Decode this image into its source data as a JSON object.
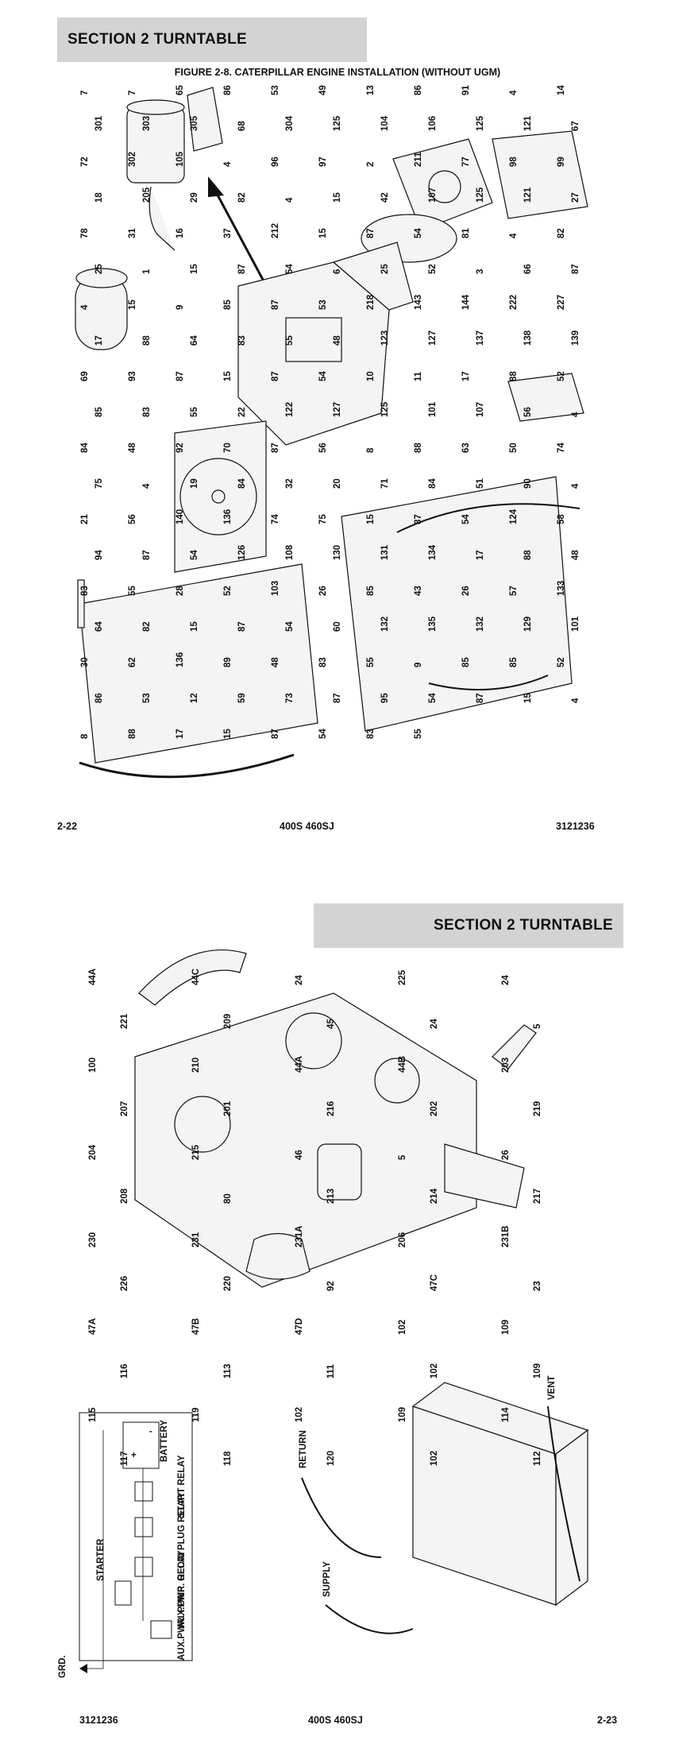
{
  "page1": {
    "section_header": "SECTION 2   TURNTABLE",
    "figure_title": "FIGURE 2-8. CATERPILLAR ENGINE INSTALLATION (WITHOUT UGM)",
    "footer_left": "2-22",
    "footer_center": "400S 460SJ",
    "footer_right": "3121236",
    "callouts": [
      "7",
      "7",
      "65",
      "86",
      "53",
      "49",
      "13",
      "86",
      "91",
      "4",
      "14",
      "301",
      "303",
      "305",
      "68",
      "304",
      "125",
      "104",
      "106",
      "125",
      "121",
      "67",
      "72",
      "302",
      "105",
      "4",
      "96",
      "97",
      "2",
      "211",
      "77",
      "98",
      "99",
      "18",
      "205",
      "29",
      "82",
      "4",
      "15",
      "42",
      "107",
      "125",
      "121",
      "27",
      "78",
      "31",
      "16",
      "37",
      "212",
      "15",
      "87",
      "54",
      "81",
      "4",
      "82",
      "25",
      "1",
      "15",
      "87",
      "54",
      "6",
      "25",
      "52",
      "3",
      "66",
      "87",
      "4",
      "15",
      "9",
      "85",
      "87",
      "53",
      "218",
      "143",
      "144",
      "222",
      "227",
      "17",
      "88",
      "64",
      "83",
      "55",
      "48",
      "123",
      "127",
      "137",
      "138",
      "139",
      "69",
      "93",
      "87",
      "15",
      "87",
      "54",
      "10",
      "11",
      "17",
      "88",
      "52",
      "85",
      "83",
      "55",
      "22",
      "122",
      "127",
      "125",
      "101",
      "107",
      "56",
      "4",
      "84",
      "48",
      "92",
      "70",
      "87",
      "56",
      "8",
      "88",
      "63",
      "50",
      "74",
      "75",
      "4",
      "19",
      "84",
      "32",
      "20",
      "71",
      "84",
      "51",
      "90",
      "4",
      "21",
      "56",
      "140",
      "136",
      "74",
      "75",
      "15",
      "87",
      "54",
      "124",
      "58",
      "94",
      "87",
      "54",
      "126",
      "108",
      "130",
      "131",
      "134",
      "17",
      "88",
      "48",
      "83",
      "55",
      "28",
      "52",
      "103",
      "26",
      "85",
      "43",
      "26",
      "57",
      "133",
      "64",
      "82",
      "15",
      "87",
      "54",
      "60",
      "132",
      "135",
      "132",
      "129",
      "101",
      "30",
      "62",
      "136",
      "89",
      "48",
      "83",
      "55",
      "9",
      "85",
      "85",
      "52",
      "86",
      "53",
      "12",
      "59",
      "73",
      "87",
      "95",
      "54",
      "87",
      "15",
      "4",
      "8",
      "88",
      "17",
      "15",
      "87",
      "54",
      "83",
      "55"
    ]
  },
  "page2": {
    "section_header": "SECTION 2   TURNTABLE",
    "footer_left": "3121236",
    "footer_center": "400S 460SJ",
    "footer_right": "2-23",
    "callouts": [
      "44A",
      "44C",
      "24",
      "225",
      "24",
      "221",
      "209",
      "45",
      "24",
      "5",
      "100",
      "210",
      "44A",
      "44B",
      "203",
      "207",
      "201",
      "216",
      "202",
      "219",
      "204",
      "215",
      "46",
      "5",
      "26",
      "208",
      "80",
      "213",
      "214",
      "217",
      "230",
      "231",
      "231A",
      "206",
      "231B",
      "226",
      "220",
      "92",
      "47C",
      "23",
      "47A",
      "47B",
      "47D",
      "102",
      "109",
      "116",
      "113",
      "111",
      "102",
      "109",
      "115",
      "119",
      "102",
      "109",
      "114",
      "117",
      "118",
      "120",
      "102",
      "112"
    ],
    "schematic": {
      "labels": [
        "BATTERY",
        "START RELAY",
        "GLOW PLUG RELAY",
        "AUX.PWR. RELAY",
        "STARTER",
        "AUX.PWR. PUMP",
        "GRD."
      ],
      "battery_terminals": [
        "+",
        "-"
      ]
    },
    "hose_labels": [
      "VENT",
      "RETURN",
      "SUPPLY"
    ]
  }
}
